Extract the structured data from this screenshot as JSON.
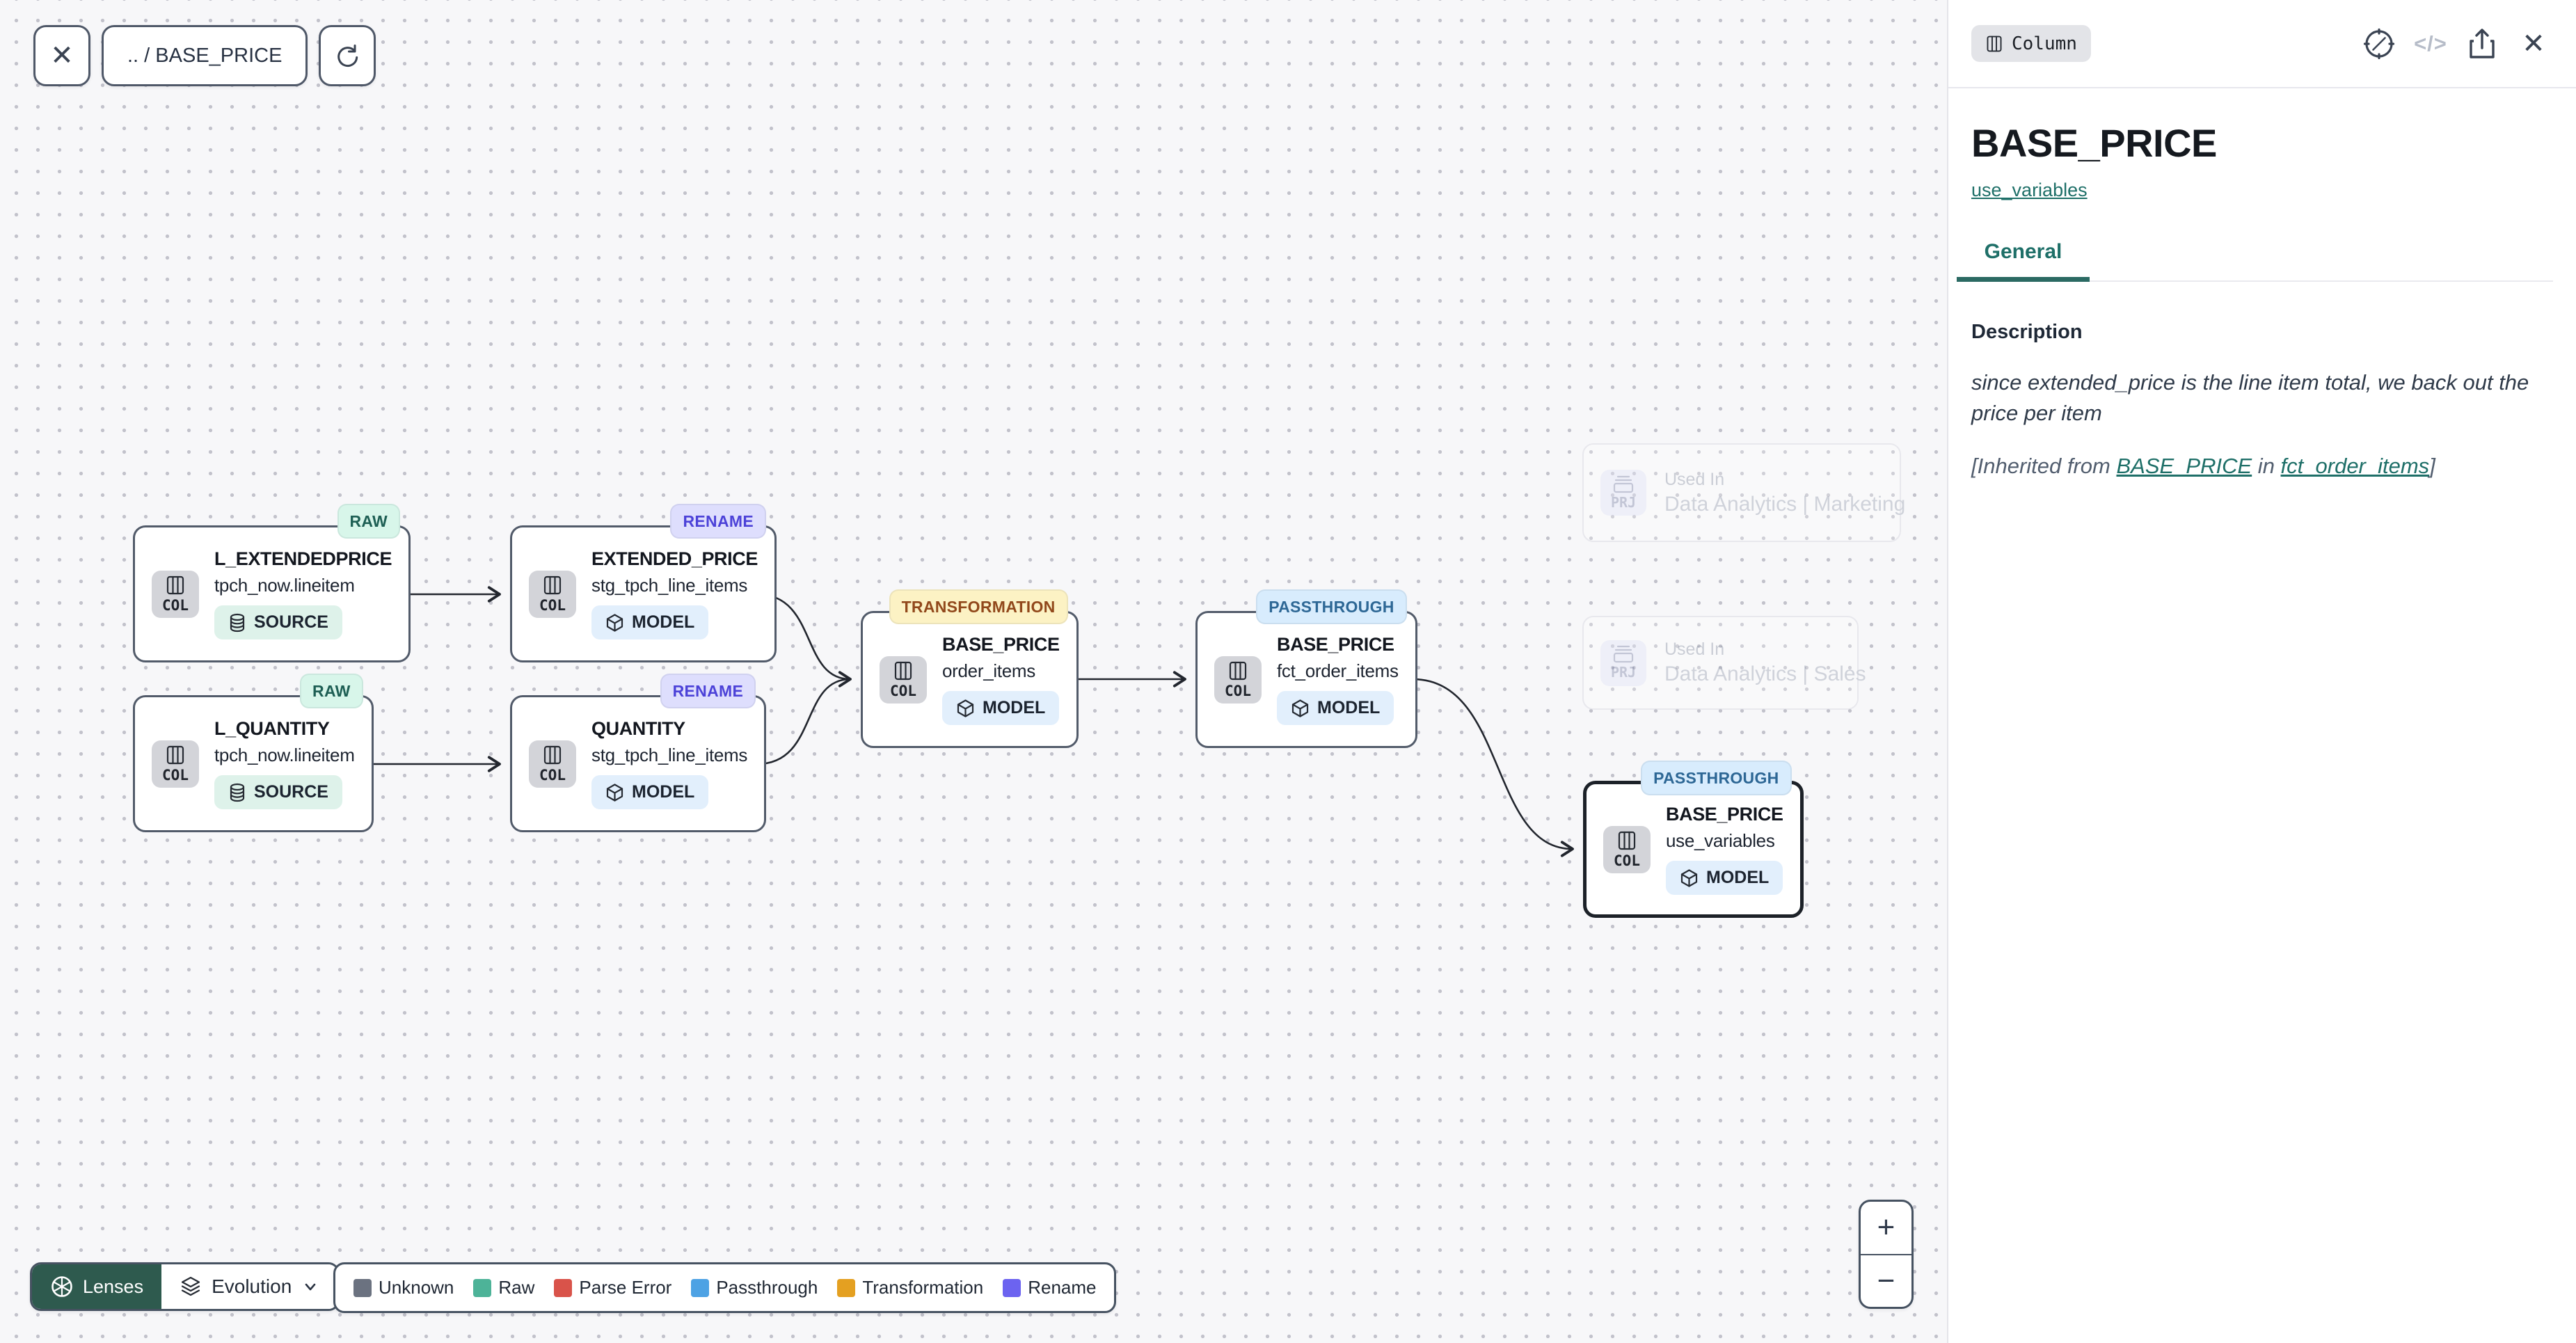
{
  "toolbar": {
    "breadcrumb": ".. / BASE_PRICE"
  },
  "icons": {
    "close": "✕",
    "code": "</>",
    "zoom_in": "+",
    "zoom_out": "−"
  },
  "graph": {
    "nodes": [
      {
        "kind": "COL",
        "tag": "RAW",
        "title": "L_EXTENDEDPRICE",
        "subtitle": "tpch_now.lineitem",
        "badge": "SOURCE"
      },
      {
        "kind": "COL",
        "tag": "RENAME",
        "title": "EXTENDED_PRICE",
        "subtitle": "stg_tpch_line_items",
        "badge": "MODEL"
      },
      {
        "kind": "COL",
        "tag": "RAW",
        "title": "L_QUANTITY",
        "subtitle": "tpch_now.lineitem",
        "badge": "SOURCE"
      },
      {
        "kind": "COL",
        "tag": "RENAME",
        "title": "QUANTITY",
        "subtitle": "stg_tpch_line_items",
        "badge": "MODEL"
      },
      {
        "kind": "COL",
        "tag": "TRANSFORMATION",
        "title": "BASE_PRICE",
        "subtitle": "order_items",
        "badge": "MODEL"
      },
      {
        "kind": "COL",
        "tag": "PASSTHROUGH",
        "title": "BASE_PRICE",
        "subtitle": "fct_order_items",
        "badge": "MODEL"
      },
      {
        "kind": "COL",
        "tag": "PASSTHROUGH",
        "title": "BASE_PRICE",
        "subtitle": "use_variables",
        "badge": "MODEL",
        "selected": true
      }
    ],
    "used_in": [
      {
        "kind": "PRJ",
        "label": "Used In",
        "project": "Data Analytics | Marketing"
      },
      {
        "kind": "PRJ",
        "label": "Used In",
        "project": "Data Analytics | Sales"
      }
    ]
  },
  "tag_styles": {
    "RAW": {
      "bg": "#d8f6ea",
      "text": "#1e5f54"
    },
    "RENAME": {
      "bg": "#dedefd",
      "text": "#4c42d8"
    },
    "TRANSFORMATION": {
      "bg": "#fcf2c4",
      "text": "#91481b"
    },
    "PASSTHROUGH": {
      "bg": "#d8ecfd",
      "text": "#2d6795"
    }
  },
  "lenses": {
    "button_label": "Lenses",
    "selected_lens": "Evolution"
  },
  "legend": {
    "items": [
      {
        "label": "Unknown",
        "color": "#6b7280"
      },
      {
        "label": "Raw",
        "color": "#4db398"
      },
      {
        "label": "Parse Error",
        "color": "#d9534a"
      },
      {
        "label": "Passthrough",
        "color": "#4da2e4"
      },
      {
        "label": "Transformation",
        "color": "#e4a021"
      },
      {
        "label": "Rename",
        "color": "#6c63f0"
      }
    ]
  },
  "panel": {
    "type_badge": "Column",
    "title": "BASE_PRICE",
    "model_link": "use_variables",
    "tab": "General",
    "description_label": "Description",
    "description": "since extended_price is the line item total, we back out the price per item",
    "inherited": {
      "prefix": "[Inherited from ",
      "column": "BASE_PRICE",
      "infix": " in ",
      "model": "fct_order_items",
      "suffix": "]"
    },
    "accent_color": "#1e6f68"
  }
}
